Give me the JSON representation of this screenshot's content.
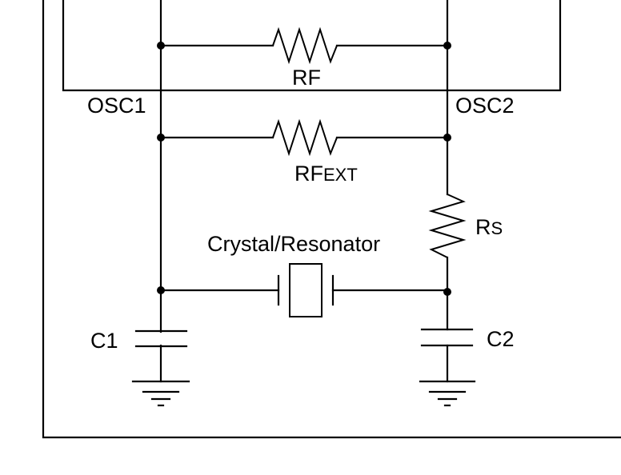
{
  "labels": {
    "rf": "RF",
    "osc1": "OSC1",
    "osc2": "OSC2",
    "rfext_main": "RF",
    "rfext_sub": "EXT",
    "rs_main": "R",
    "rs_sub": "S",
    "crystal": "Crystal/Resonator",
    "c1": "C1",
    "c2": "C2"
  },
  "colors": {
    "stroke": "#000000",
    "background": "#ffffff"
  }
}
